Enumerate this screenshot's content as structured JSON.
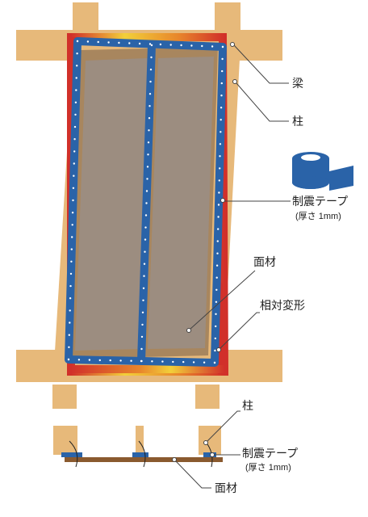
{
  "labels": {
    "beam": "梁",
    "column_top": "柱",
    "tape_top": "制震テープ",
    "tape_top_note": "(厚さ 1mm)",
    "panel_top": "面材",
    "relative_deform": "相対変形",
    "column_bottom": "柱",
    "tape_bottom": "制震テープ",
    "tape_bottom_note": "(厚さ 1mm)",
    "panel_bottom": "面材"
  },
  "colors": {
    "wood": "#e7b97a",
    "wood_edge": "#c9955a",
    "tape_blue": "#2a63a8",
    "deform_red": "#d1302a",
    "deform_yellow": "#f2cf3a",
    "panel_gray": "#9c8d80",
    "panel_shadow": "#a8865e",
    "board_brown": "#8a5a2f"
  },
  "icons": {
    "tape_roll": "tape-roll-icon"
  }
}
